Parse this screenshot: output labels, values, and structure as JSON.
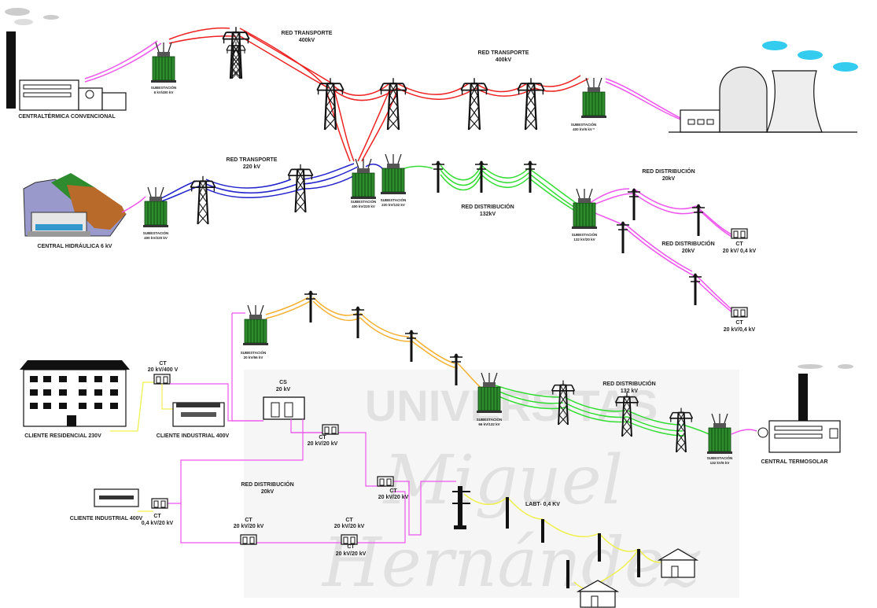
{
  "colors": {
    "transport_400": "#ee2222",
    "transport_220": "#2222cc",
    "distribution_132": "#33dd33",
    "distribution_20": "#ee55ee",
    "distribution_66": "#f5b030",
    "low_voltage": "#f0f050",
    "transformer_green": "#2e8b2e",
    "steam": "#33ccee"
  },
  "labels": {
    "central_termica": "CENTRALTÉRMICA CONVENCIONAL",
    "sub_termica": "SUBESTACIÓN",
    "sub_termica_v": "6 kV/400 kV",
    "red_transporte_400a": "RED TRANSPORTE",
    "red_transporte_400a_v": "400kV",
    "red_transporte_400b": "RED TRANSPORTE",
    "red_transporte_400b_v": "400kV",
    "sub_nuclear": "SUBESTACIÓN",
    "sub_nuclear_v": "400 kV/6 kV *",
    "red_transporte_220": "RED TRANSPORTE",
    "red_transporte_220_v": "220 kV",
    "central_hidraulica": "CENTRAL HIDRÁULICA 6 kV",
    "sub_hidraulica": "SUBESTACIÓN",
    "sub_hidraulica_v": "400 kV/220 kV",
    "sub_400_220": "SUBESTACIÓN",
    "sub_400_220_v": "400 kV/220 kV",
    "sub_220_132": "SUBESTACIÓN",
    "sub_220_132_v": "220 kV/132 kV",
    "red_distribucion_132": "RED DISTRIBUCIÓN",
    "red_distribucion_132_v": "132kV",
    "sub_132_20": "SUBESTACIÓN",
    "sub_132_20_v": "132 kV/20 kV",
    "red_distribucion_20a": "RED DISTRIBUCIÓN",
    "red_distribucion_20a_v": "20kV",
    "red_distribucion_20b": "RED DISTRIBUCIÓN",
    "red_distribucion_20b_v": "20kV",
    "ct_a": "CT",
    "ct_a_v": "20 kV/ 0,4 kV",
    "ct_b": "CT",
    "ct_b_v": "20 kV/0,4 kV",
    "sub_20_66": "SUBESTACIÓN",
    "sub_20_66_v": "20 kV/66 kV",
    "ct_res": "CT",
    "ct_res_v": "20 kV/400 V",
    "cs": "CS",
    "cs_v": "20 kV",
    "cliente_residencial": "CLIENTE RESIDENCIAL 230V",
    "cliente_industrial_400": "CLIENTE INDUSTRIAL 400V",
    "ct_c": "CT",
    "ct_c_v": "20 kV/20 kV",
    "sub_66_132": "SUBESTACIÓN",
    "sub_66_132_v": "66 kV/132 kV",
    "red_distribucion_132b": "RED DISTRIBUCIÓN",
    "red_distribucion_132b_v": "132 kV",
    "sub_termosolar": "SUBESTACIÓN",
    "sub_termosolar_v": "132 kV/6 kV",
    "central_termosolar": "CENTRAL TERMOSOLAR",
    "red_distribucion_20c": "RED DISTRIBUCIÓN",
    "red_distribucion_20c_v": "20kV",
    "cliente_industrial_b": "CLIENTE INDUSTRIAL 400V",
    "ct_d": "CT",
    "ct_d_v": "0,4 kV/20 kV",
    "ct_e": "CT",
    "ct_e_v": "20 kV/20 kV",
    "ct_f": "CT",
    "ct_f_v": "20 kV/20 kV",
    "ct_g": "CT",
    "ct_g_v": "20 kV/20 kV",
    "ct_h": "CT",
    "ct_h_v": "20 kV/20 kV",
    "labt": "LABT- 0,4 KV"
  },
  "watermark": {
    "line1": "UNIVERSITAS",
    "line2": "Miguel",
    "line3": "Hernández"
  }
}
